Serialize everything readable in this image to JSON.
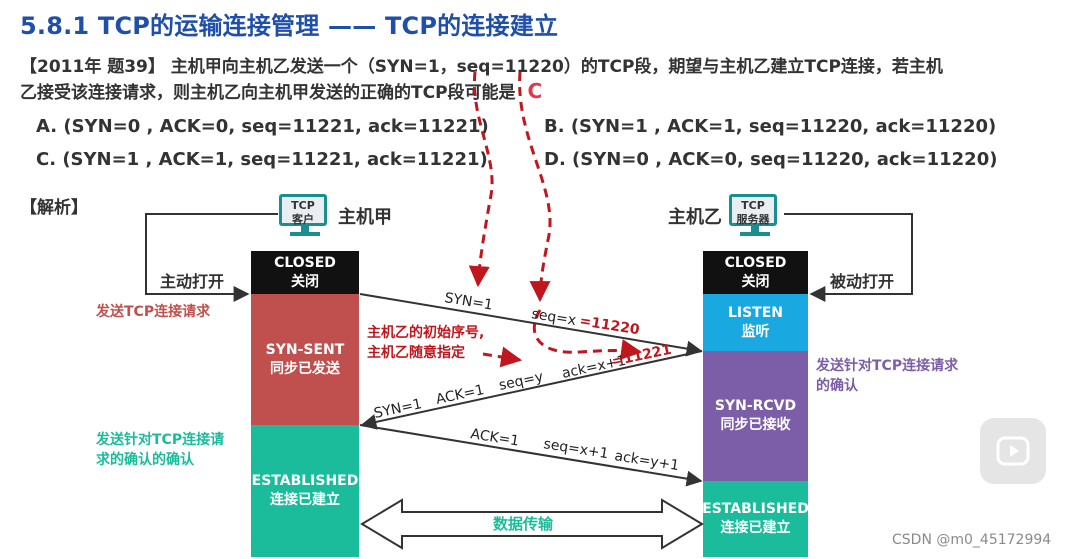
{
  "title": "5.8.1 TCP的运输连接管理 —— TCP的连接建立",
  "question": {
    "line1": "【2011年 题39】 主机甲向主机乙发送一个（SYN=1，seq=11220）的TCP段，期望与主机乙建立TCP连接，若主机",
    "line2": "乙接受该连接请求，则主机乙向主机甲发送的正确的TCP段可能是",
    "answer": "C"
  },
  "options": {
    "a": "A. (SYN=0 , ACK=0, seq=11221, ack=11221)",
    "b": "B. (SYN=1 , ACK=1, seq=11220, ack=11220)",
    "c": "C. (SYN=1 , ACK=1, seq=11221, ack=11221)",
    "d": "D. (SYN=0 , ACK=0, seq=11220, ack=11220)"
  },
  "jiexi": "【解析】",
  "hosts": {
    "a_name": "主机甲",
    "b_name": "主机乙",
    "a_screen_line1": "TCP",
    "a_screen_line2": "客户",
    "b_screen_line1": "TCP",
    "b_screen_line2": "服务器"
  },
  "side_labels": {
    "active_open": "主动打开",
    "passive_open": "被动打开"
  },
  "states": {
    "client_closed": [
      "CLOSED",
      "关闭"
    ],
    "syn_sent": [
      "SYN-SENT",
      "同步已发送"
    ],
    "client_established": [
      "ESTABLISHED",
      "连接已建立"
    ],
    "server_closed": [
      "CLOSED",
      "关闭"
    ],
    "listen": [
      "LISTEN",
      "监听"
    ],
    "syn_rcvd": [
      "SYN-RCVD",
      "同步已接收"
    ],
    "server_established": [
      "ESTABLISHED",
      "连接已建立"
    ]
  },
  "notes": {
    "send_request": "发送TCP连接请求",
    "send_ack_to_request_l1": "发送针对TCP连接请求",
    "send_ack_to_request_l2": "的确认",
    "send_ack_of_ack_l1": "发送针对TCP连接请",
    "send_ack_of_ack_l2": "求的确认的确认",
    "server_initial_seq_l1": "主机乙的初始序号,",
    "server_initial_seq_l2": "主机乙随意指定"
  },
  "segments": {
    "syn": "SYN=1",
    "seq_x": "seq=x",
    "seq_x_value": "=11220",
    "syn_ack_syn": "SYN=1",
    "syn_ack_ack": "ACK=1",
    "syn_ack_seq": "seq=y",
    "syn_ack_acknum": "ack=x+1",
    "syn_ack_acknum_value": "=11221",
    "final_ack": "ACK=1",
    "final_seq": "seq=x+1",
    "final_acknum": "ack=y+1",
    "data_transfer": "数据传输"
  },
  "watermark": "CSDN @m0_45172994",
  "colors": {
    "title": "#1f4fa8",
    "closed": "#111111",
    "syn_sent": "#c0504d",
    "established": "#1bbc9b",
    "listen": "#1aa8e0",
    "syn_rcvd": "#7b5ea7",
    "annotation_red": "#c0161e"
  }
}
